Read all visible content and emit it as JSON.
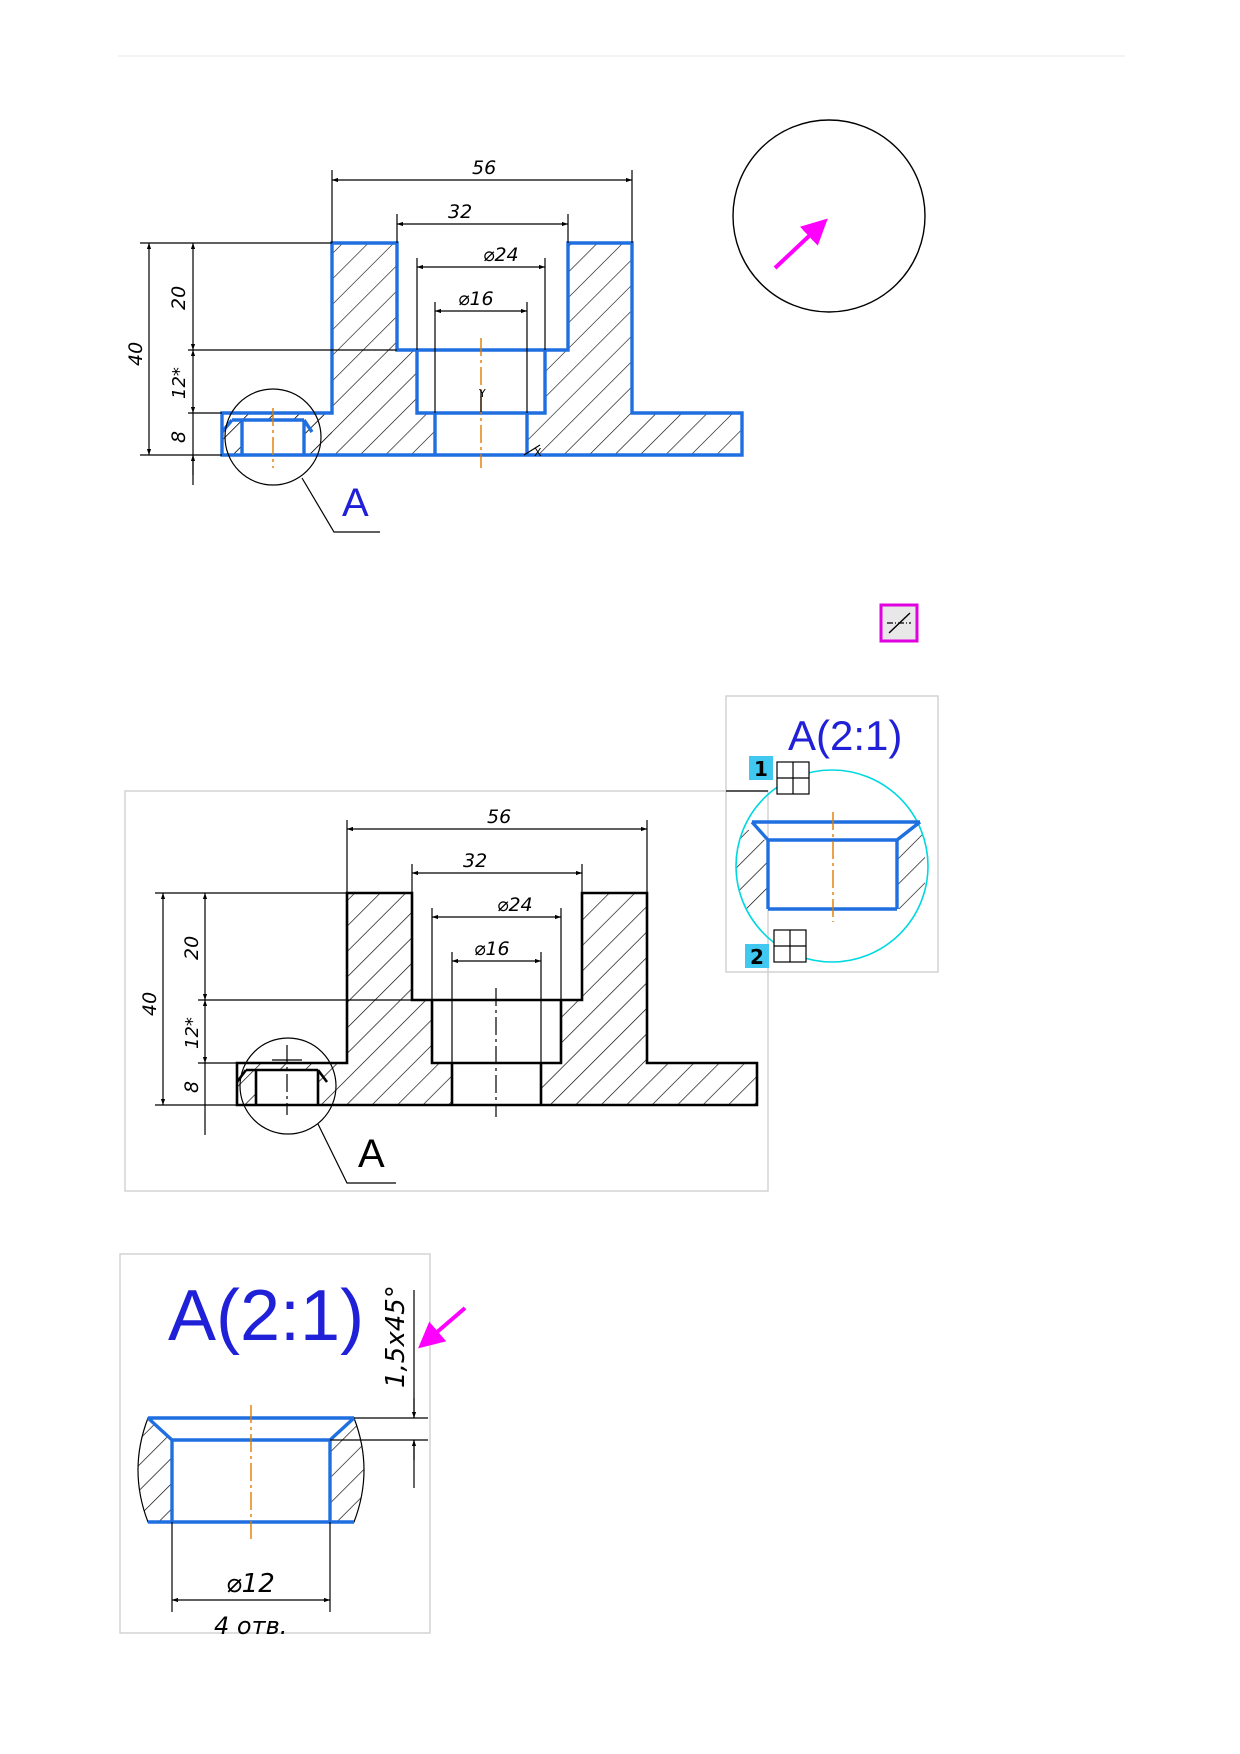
{
  "colors": {
    "contour": "#1f6fe0",
    "label": "#2020d8",
    "arrow": "#ff00ff",
    "centerline": "#e07a00",
    "hatch": "#000000",
    "detail_circle": "#00d8e0",
    "marker_bg": "#40c8f0"
  },
  "icons": [
    "arrow-pointer-icon",
    "tool-button-icon",
    "crosshair-marker-icon"
  ],
  "figure1": {
    "dim_width": "56",
    "dim_top": "32",
    "dim_bore": "⌀24",
    "dim_hole": "⌀16",
    "dim_height_total": "40",
    "dim_height_upper": "20",
    "dim_height_mid": "12*",
    "dim_height_base": "8",
    "axis_x": "X",
    "axis_y": "Y",
    "detail_label": "A"
  },
  "figure2": {
    "dim_width": "56",
    "dim_top": "32",
    "dim_bore": "⌀24",
    "dim_hole": "⌀16",
    "dim_height_total": "40",
    "dim_height_upper": "20",
    "dim_height_mid": "12*",
    "dim_height_base": "8",
    "detail_label": "A",
    "detail_view_title": "A(2:1)",
    "marker_1": "1",
    "marker_2": "2"
  },
  "figure3": {
    "title": "A(2:1)",
    "dim_chamfer": "1,5x45°",
    "dim_diameter": "⌀12",
    "dim_count": "4 отв."
  }
}
